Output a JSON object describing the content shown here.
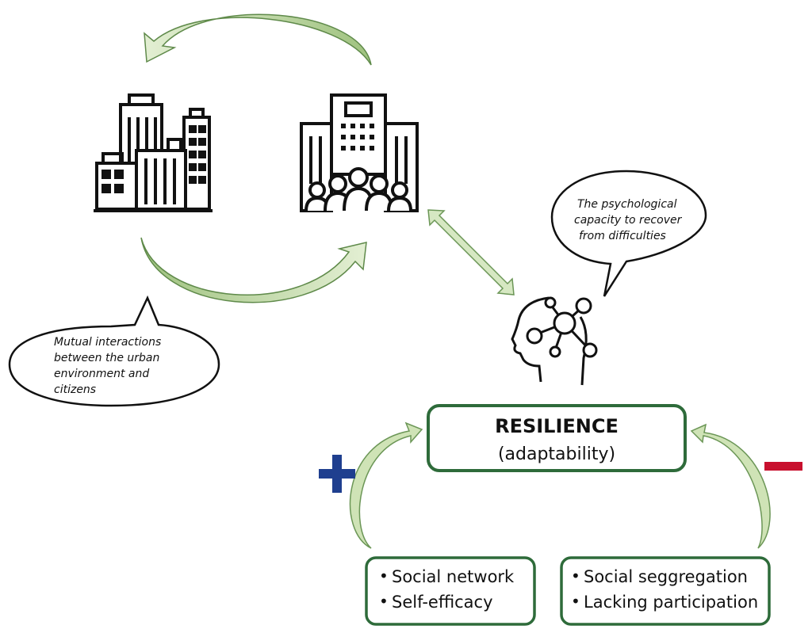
{
  "bubbles": {
    "interactions": [
      "Mutual interactions",
      "between the urban",
      "environment and",
      "citizens"
    ],
    "psychological": [
      "The psychological",
      "capacity to recover",
      "from difficulties"
    ]
  },
  "resilience": {
    "title": "RESILIENCE",
    "subtitle": "(adaptability)"
  },
  "positive_factors": {
    "sign": "+",
    "sign_color": "#1f3f8f",
    "items": [
      "Social network",
      "Self-efficacy"
    ]
  },
  "negative_factors": {
    "sign": "–",
    "sign_color": "#c8102e",
    "items": [
      "Social seggregation",
      "Lacking participation"
    ]
  },
  "icons": {
    "city": "city-skyline-icon",
    "community": "community-building-icon",
    "mind": "head-network-icon"
  },
  "colors": {
    "box_border": "#2e6b3a",
    "arrow_fill": "#b9d59b",
    "arrow_stroke": "#5f8a4a"
  }
}
